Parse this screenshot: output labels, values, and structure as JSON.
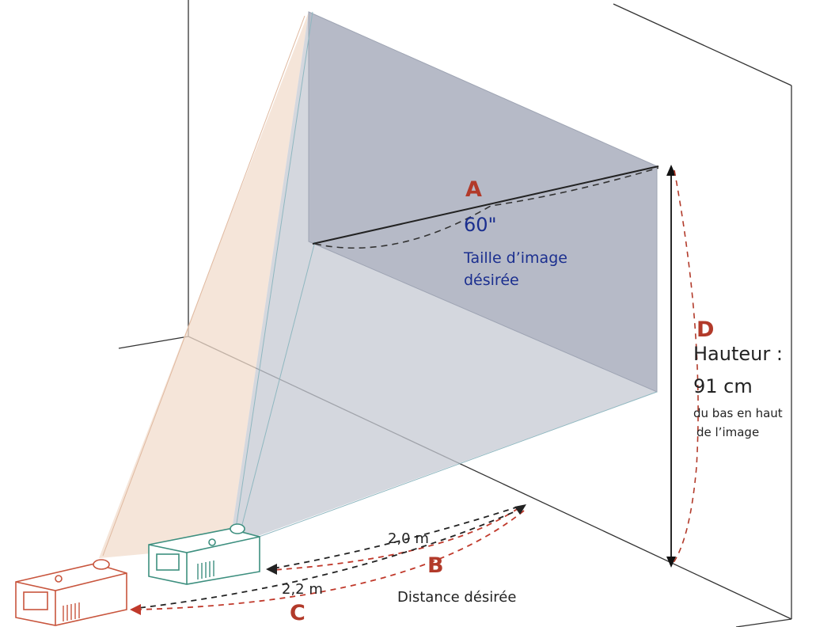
{
  "labels": {
    "a": "A",
    "b": "B",
    "c": "C",
    "d": "D",
    "size_value": "60\"",
    "size_line1": "Taille d’image",
    "size_line2": "désirée",
    "dist_b": "2,0 m",
    "dist_c": "2,2 m",
    "distance_caption": "Distance désirée",
    "height_title": "Hauteur :",
    "height_value": "91 cm",
    "height_note1": "du bas en haut",
    "height_note2": "de l’image"
  },
  "colors": {
    "letter": "#b23a2a",
    "blue_text": "#1b2f8f",
    "green_projector": "#3d8f7f",
    "red_projector": "#c8553d",
    "red_dash": "#c0392b",
    "screen_fill": "#b6bac7"
  }
}
